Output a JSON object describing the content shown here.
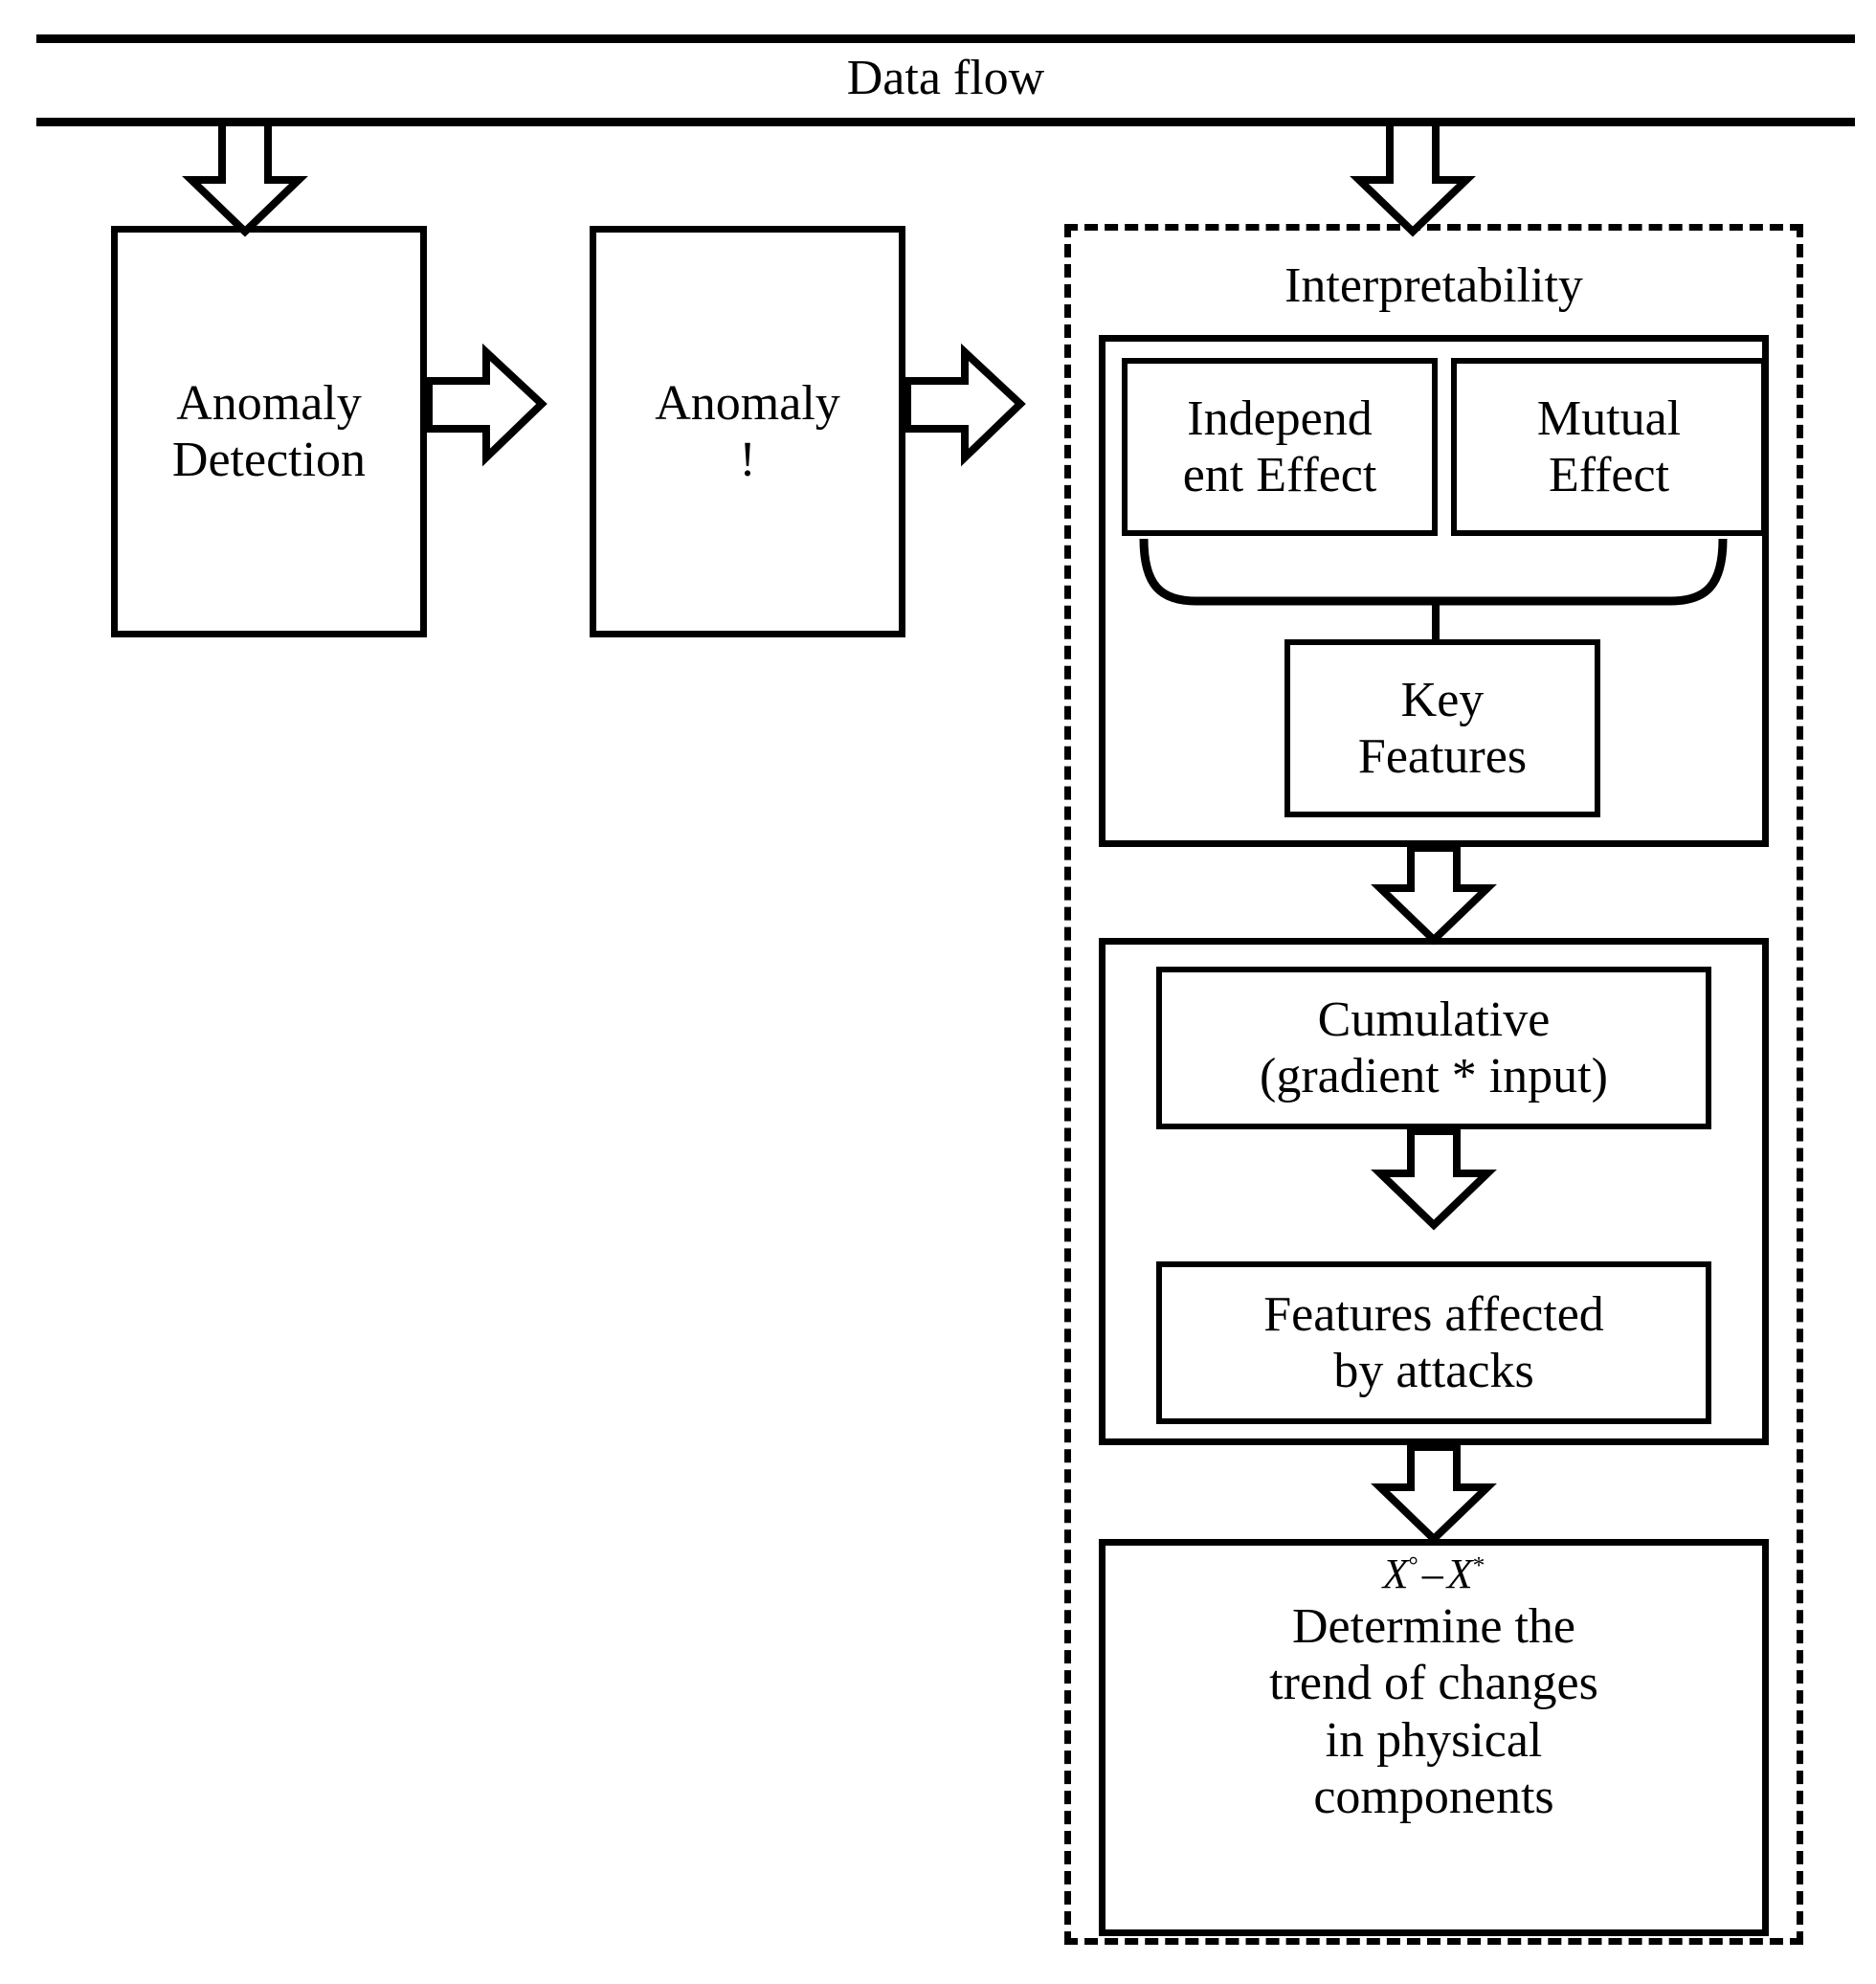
{
  "header": {
    "caption": "Data flow"
  },
  "pipeline": {
    "anomaly_detection": {
      "line1": "Anomaly",
      "line2": "Detection"
    },
    "anomaly_alert": {
      "line1": "Anomaly",
      "line2": "!"
    }
  },
  "interpretability": {
    "title": "Interpretability",
    "effects": {
      "independent": {
        "line1": "Independ",
        "line2": "ent Effect"
      },
      "mutual": {
        "line1": "Mutual",
        "line2": "Effect"
      },
      "key_features": {
        "line1": "Key",
        "line2": "Features"
      }
    },
    "attribution": {
      "cumulative": {
        "line1": "Cumulative",
        "line2": "(gradient * input)"
      },
      "affected": {
        "line1": "Features affected",
        "line2": "by attacks"
      }
    },
    "conclusion": {
      "formula": {
        "var": "X",
        "sup_left": "°",
        "operator": "–",
        "var2": "X",
        "sup_right": "*"
      },
      "line1": "Determine the",
      "line2": "trend of changes",
      "line3": "in physical",
      "line4": "components"
    }
  },
  "icons": {
    "arrow_down": "block-arrow-down",
    "arrow_right": "block-arrow-right",
    "brace": "curly-brace-merge"
  },
  "colors": {
    "stroke": "#000000",
    "background": "#ffffff",
    "fill": "#ffffff"
  }
}
